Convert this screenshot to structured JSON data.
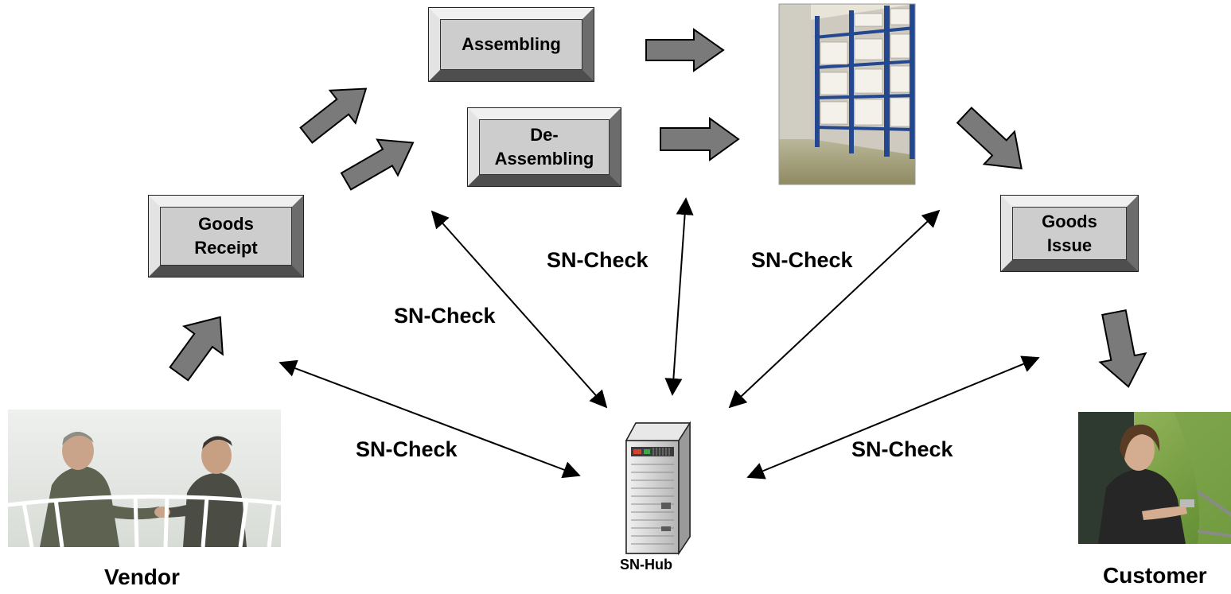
{
  "process": {
    "assembling": "Assembling",
    "de_assembling_l1": "De-",
    "de_assembling_l2": "Assembling",
    "goods_receipt_l1": "Goods",
    "goods_receipt_l2": "Receipt",
    "goods_issue_l1": "Goods",
    "goods_issue_l2": "Issue"
  },
  "hub": {
    "label": "SN-Hub"
  },
  "checks": {
    "vendor_hub": "SN-Check",
    "receipt_hub": "SN-Check",
    "deassembly_hub": "SN-Check",
    "warehouse_hub": "SN-Check",
    "customer_hub": "SN-Check"
  },
  "parties": {
    "vendor": "Vendor",
    "customer": "Customer"
  },
  "colors": {
    "flow_arrow": "#7a7a7a",
    "box_face": "#cdcdcd",
    "line": "#000000"
  },
  "icons": [
    "handshake-photo",
    "warehouse-photo",
    "customer-photo",
    "server-icon"
  ]
}
